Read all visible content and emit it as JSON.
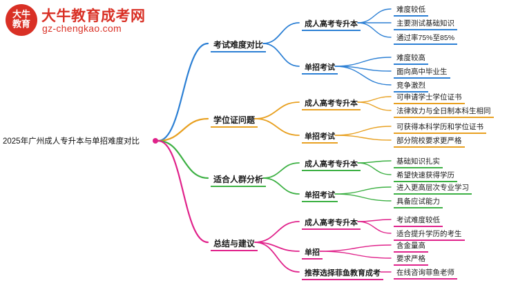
{
  "logo": {
    "mark_line1": "大牛",
    "mark_line2": "教育",
    "title": "大牛教育成考网",
    "subtitle": "gz-chengkao.com"
  },
  "mindmap": {
    "root": "2025年广州成人专升本与单招难度对比",
    "colors": {
      "branch1": "#2b7fd4",
      "branch2": "#e8a020",
      "branch3": "#3cb043",
      "branch4": "#e0218a",
      "root_stem": "#2b7fd4"
    },
    "branches": [
      {
        "label": "考试难度对比",
        "color": "#2b7fd4",
        "children": [
          {
            "label": "成人高考专升本",
            "leaves": [
              "难度较低",
              "主要测试基础知识",
              "通过率75%至85%"
            ]
          },
          {
            "label": "单招考试",
            "leaves": [
              "难度较高",
              "面向高中毕业生",
              "竞争激烈"
            ]
          }
        ]
      },
      {
        "label": "学位证问题",
        "color": "#e8a020",
        "children": [
          {
            "label": "成人高考专升本",
            "leaves": [
              "可申请学士学位证书",
              "法律效力与全日制本科生相同"
            ]
          },
          {
            "label": "单招考试",
            "leaves": [
              "可获得本科学历和学位证书",
              "部分院校要求更严格"
            ]
          }
        ]
      },
      {
        "label": "适合人群分析",
        "color": "#3cb043",
        "children": [
          {
            "label": "成人高考专升本",
            "leaves": [
              "基础知识扎实",
              "希望快速获得学历"
            ]
          },
          {
            "label": "单招考试",
            "leaves": [
              "进入更高层次专业学习",
              "具备应试能力"
            ]
          }
        ]
      },
      {
        "label": "总结与建议",
        "color": "#e0218a",
        "children": [
          {
            "label": "成人高考专升本",
            "leaves": [
              "考试难度较低",
              "适合提升学历的考生"
            ]
          },
          {
            "label": "单招",
            "leaves": [
              "含金量高",
              "要求严格"
            ]
          },
          {
            "label": "推荐选择菲鱼教育成考",
            "leaves": [
              "在线咨询菲鱼老师"
            ]
          }
        ]
      }
    ]
  }
}
